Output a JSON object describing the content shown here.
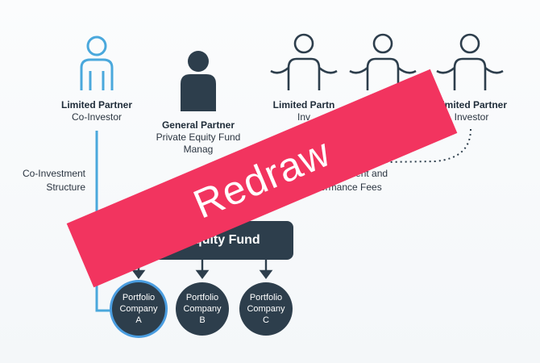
{
  "colors": {
    "navy": "#2d3e4c",
    "accent_blue": "#4aa8dc",
    "banner_pink": "#f2345f",
    "text": "#2a3440"
  },
  "icons": {
    "coinvestor": "person-outline-icon",
    "general_partner": "person-filled-icon",
    "investor": "person-outline-arms-out-icon"
  },
  "nodes": {
    "coinvestor": {
      "role": "Limited Partner",
      "desc": "Co-Investor"
    },
    "general_partner": {
      "role": "General Partner",
      "desc_line1": "Private Equity Fund",
      "desc_line2": "Manag"
    },
    "lp_1": {
      "role": "Limited Partn",
      "desc": "Inv"
    },
    "lp_3": {
      "role": "Limited Partner",
      "desc": "Investor"
    }
  },
  "edges": {
    "coinvestment_line1": "Co-Investment",
    "coinvestment_line2": "Structure",
    "fees_line1": "s, Management and",
    "fees_line2": "Performance Fees"
  },
  "fund": {
    "label": "ivate Equity Fund"
  },
  "portfolio": [
    {
      "line1": "Portfolio",
      "line2": "Company",
      "line3": "A"
    },
    {
      "line1": "Portfolio",
      "line2": "Company",
      "line3": "B"
    },
    {
      "line1": "Portfolio",
      "line2": "Company",
      "line3": "C"
    }
  ],
  "watermark": {
    "text": "Redraw"
  }
}
